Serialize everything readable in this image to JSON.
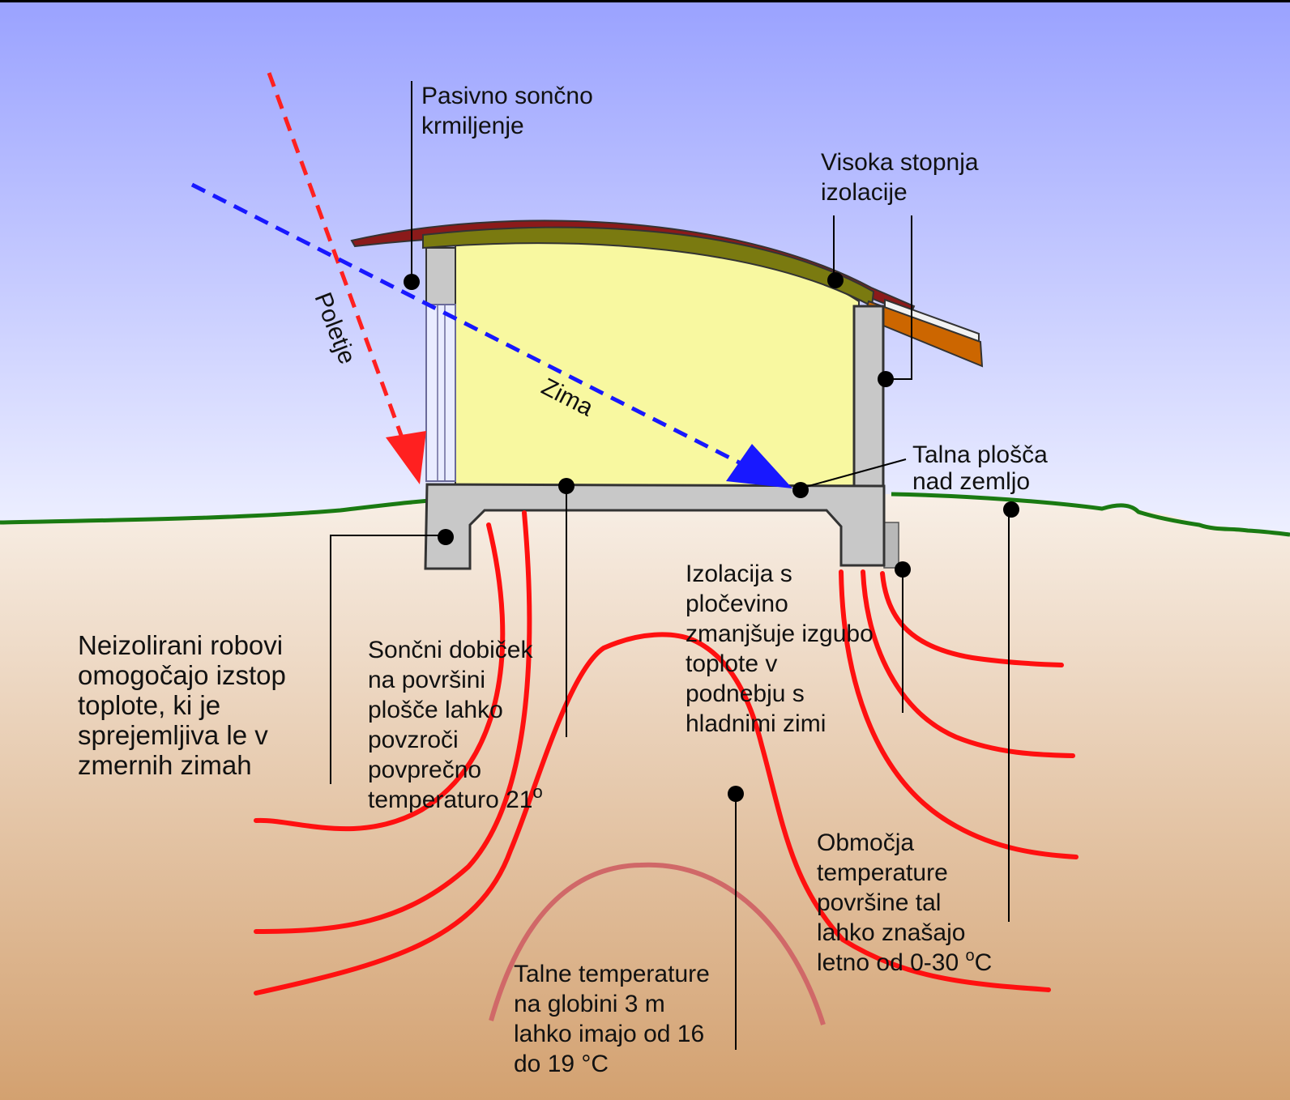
{
  "colors": {
    "sky_top": "#9aa2ff",
    "sky_bottom": "#eef0ff",
    "ground_top": "#f8efe6",
    "ground_bottom": "#d3a170",
    "grass": "#1a7a12",
    "interior": "#f8f8a0",
    "concrete": "#c8c8c8",
    "summer_ray": "#ff2020",
    "winter_ray": "#1818ff",
    "heat_line": "#ff1010",
    "deep_heat_line": "#d06868"
  },
  "labels": {
    "shading": [
      "Pasivno sončno",
      "krmiljenje"
    ],
    "insulation": [
      "Visoka stopnja",
      "izolacije"
    ],
    "slab": [
      "Talna plošča",
      "nad zemljo"
    ],
    "summer": "Poletje",
    "winter": "Zima",
    "edges": [
      "Neizolirani robovi",
      "omogočajo izstop",
      "toplote, ki je",
      "sprejemljiva le v",
      "zmernih zimah"
    ],
    "solar_gain": [
      "Sončni dobiček",
      "na površini",
      "plošče lahko",
      "povzroči",
      "povprečno",
      "temperaturo 21"
    ],
    "solar_gain_deg": "o",
    "sheet_insulation": [
      "Izolacija s",
      "pločevino",
      "zmanjšuje izgubo",
      "toplote v",
      "podnebju s",
      "hladnimi zimi"
    ],
    "surface_zones": [
      "Območja",
      "temperature",
      "površine tal",
      "lahko znašajo",
      "letno od 0-30 "
    ],
    "surface_zones_deg": "o",
    "surface_zones_unit": "C",
    "deep_temps": [
      "Talne temperature",
      "na globini 3 m",
      "lahko imajo od 16",
      "do 19 °C"
    ]
  }
}
